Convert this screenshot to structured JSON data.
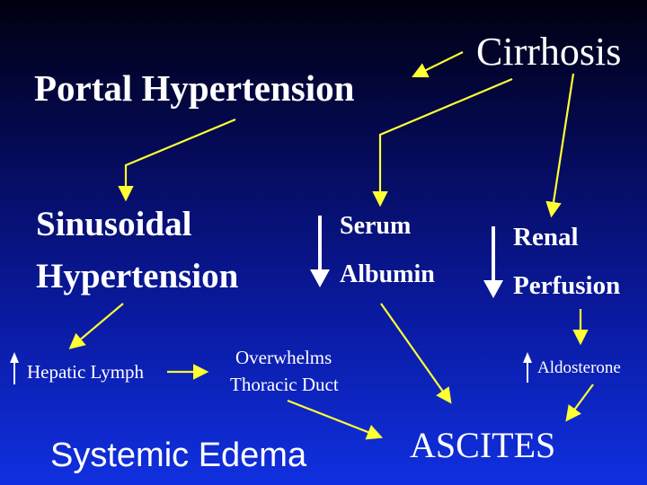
{
  "nodes": {
    "cirrhosis": "Cirrhosis",
    "portal_hypertension": "Portal Hypertension",
    "sinusoidal_line1": "Sinusoidal",
    "sinusoidal_line2": "Hypertension",
    "serum_line1": "Serum",
    "serum_line2": "Albumin",
    "renal_line1": "Renal",
    "renal_line2": "Perfusion",
    "hepatic_lymph": "Hepatic Lymph",
    "overwhelms_line1": "Overwhelms",
    "overwhelms_line2": "Thoracic Duct",
    "aldosterone": "Aldosterone",
    "ascites": "ASCITES",
    "systemic_edema": "Systemic Edema"
  },
  "colors": {
    "arrow": "#ffff33",
    "text": "#ffffff",
    "background_top": "#000010",
    "background_bottom": "#1030e0"
  },
  "indicators": {
    "serum_albumin": "decrease",
    "renal_perfusion": "decrease",
    "hepatic_lymph": "increase",
    "aldosterone": "increase"
  }
}
